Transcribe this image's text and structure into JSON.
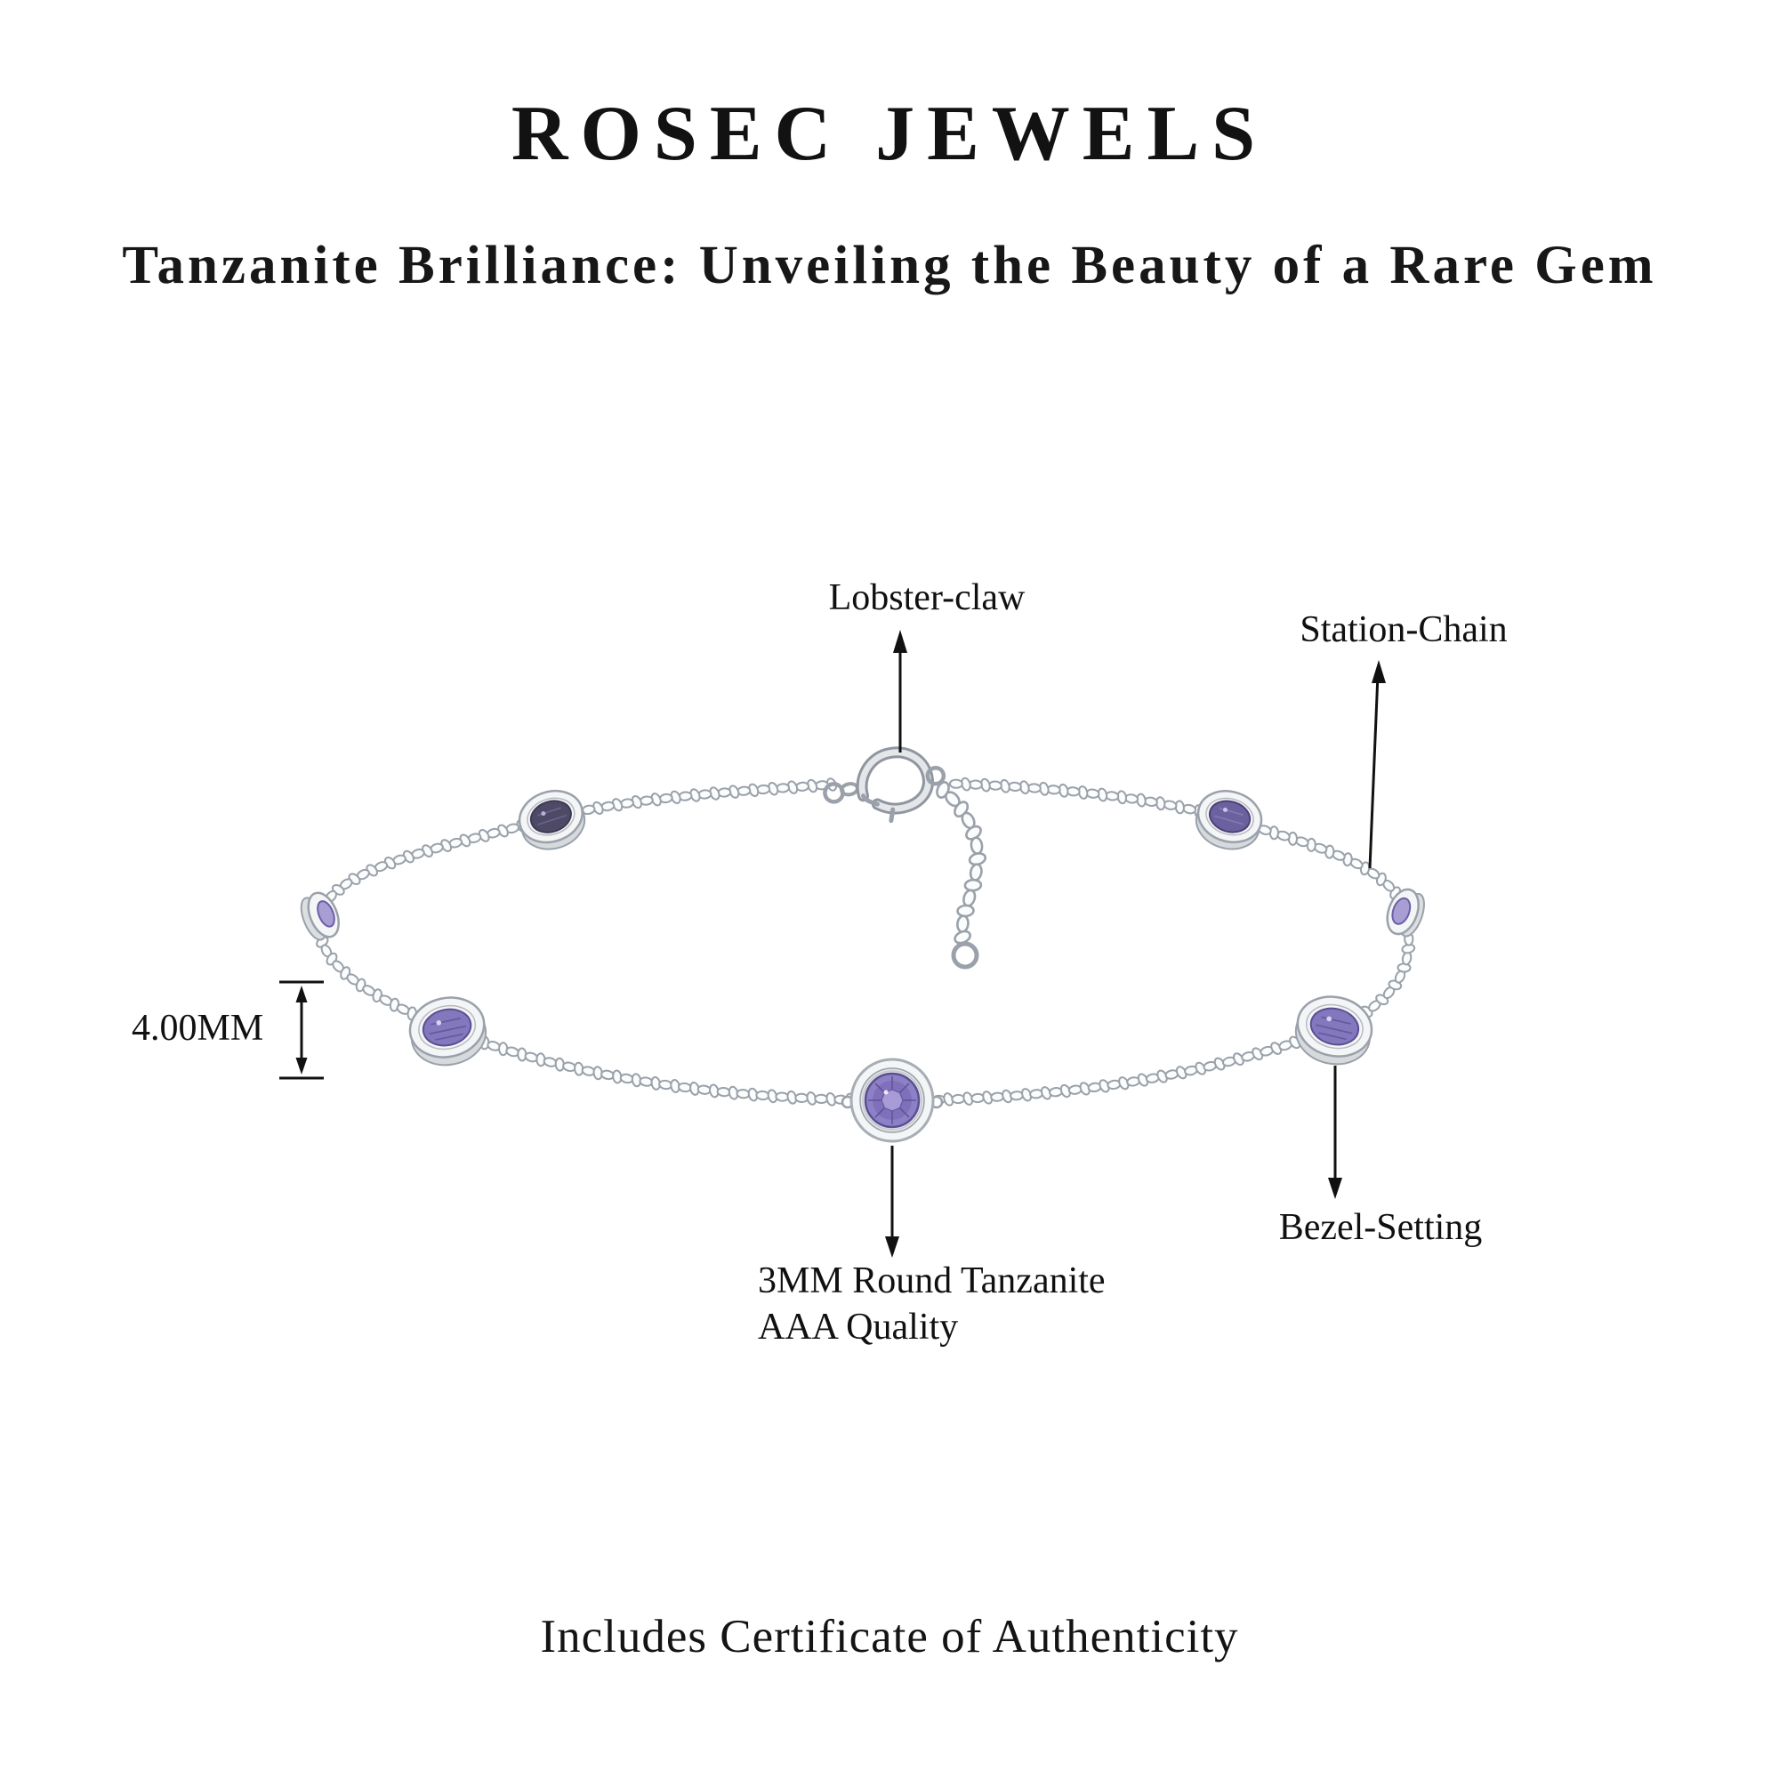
{
  "page": {
    "brand": "ROSEC JEWELS",
    "headline": "Tanzanite Brilliance: Unveiling the Beauty of a Rare Gem",
    "certificate_note": "Includes Certificate of Authenticity"
  },
  "callouts": {
    "clasp": "Lobster-claw",
    "chain": "Station-Chain",
    "bezel": "Bezel-Setting",
    "stone_line1": "3MM Round Tanzanite",
    "stone_line2": "AAA Quality",
    "bezel_diameter": "4.00MM"
  },
  "colors": {
    "text": "#171717",
    "metal_stroke": "#9aa1aa",
    "metal_fill": "#f4f5f6",
    "metal_shadow": "#d7dadd",
    "tanzanite": "#8377bd",
    "tanzanite_dark": "#5a4f91",
    "tanzanite_deep": "#4e4a66",
    "arrow": "#111111"
  }
}
